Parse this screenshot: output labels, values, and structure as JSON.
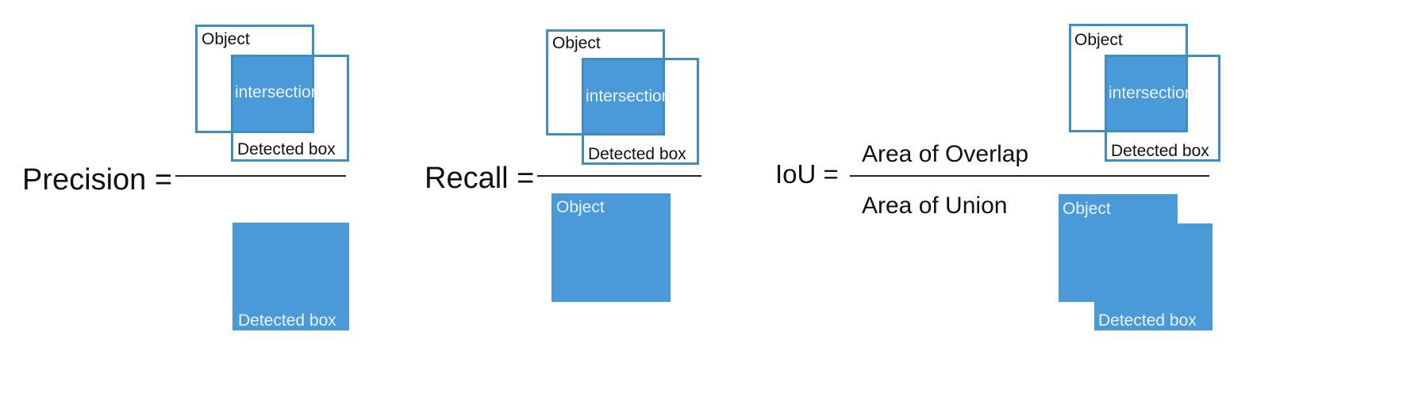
{
  "precision": {
    "label": "Precision =",
    "object_label": "Object",
    "intersection_label": "intersection",
    "detected_label": "Detected box",
    "denominator_label": "Detected box"
  },
  "recall": {
    "label": "Recall =",
    "object_label": "Object",
    "intersection_label": "intersection",
    "detected_label": "Detected box",
    "denominator_label": "Object"
  },
  "iou": {
    "label": "IoU =",
    "numerator_text": "Area of Overlap",
    "denominator_text": "Area of Union",
    "object_label": "Object",
    "intersection_label": "intersection",
    "detected_label": "Detected box",
    "union_object_label": "Object",
    "union_detected_label": "Detected box"
  },
  "colors": {
    "fill_blue": "#4a9ad9",
    "outline_blue": "#3d8fc1"
  }
}
